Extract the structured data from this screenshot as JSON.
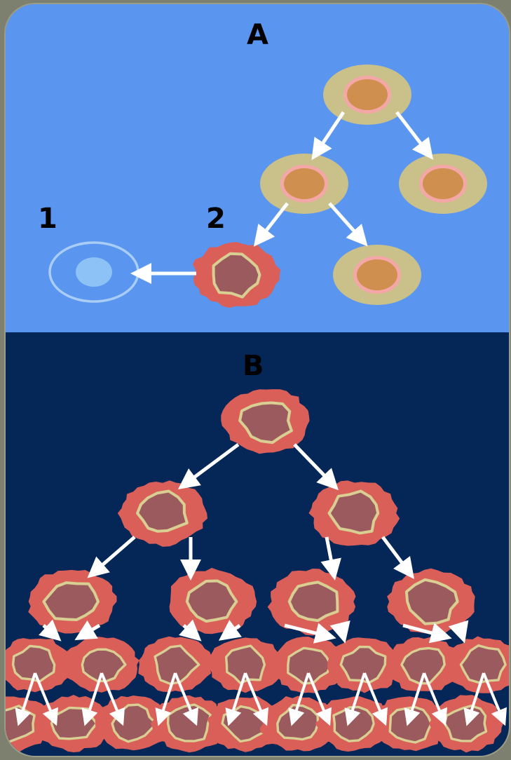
{
  "panels": {
    "a": {
      "label": "A",
      "step_labels": [
        "1",
        "2"
      ]
    },
    "b": {
      "label": "B"
    }
  },
  "colors": {
    "panel_a_bg": "#5a95f0",
    "panel_b_bg": "#042758",
    "normal_cell_outer": "#c9c08a",
    "normal_cell_ring": "#f4a7a7",
    "normal_cell_nucleus": "#cf8f4e",
    "cancer_cell_outer": "#d95f58",
    "cancer_cell_ring": "#d9cf92",
    "cancer_cell_nucleus": "#9a5a5e",
    "dead_cell_ring": "#a9cdf5",
    "dead_cell_nucleus": "#8cc2f6",
    "arrow": "#ffffff"
  }
}
